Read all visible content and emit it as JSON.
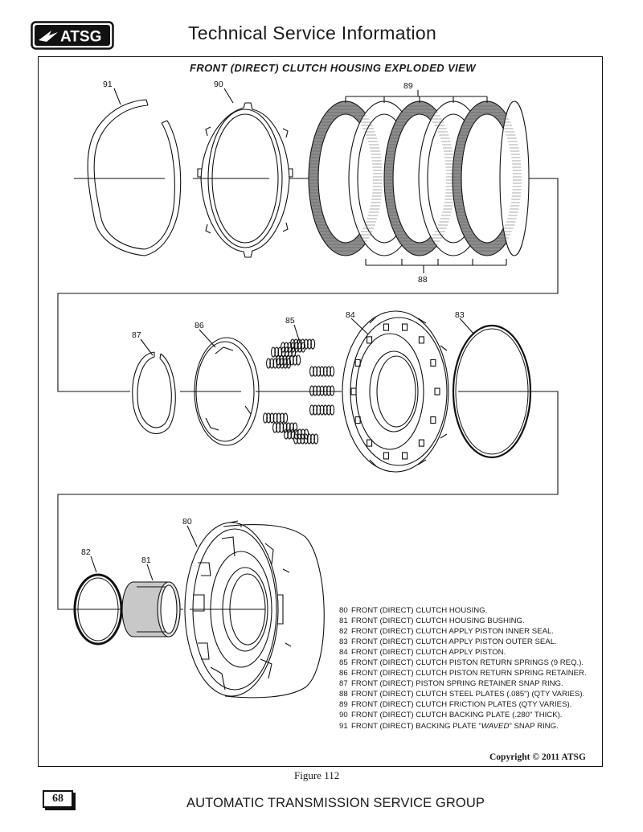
{
  "header": {
    "logo_text": "ATSG",
    "title": "Technical Service Information"
  },
  "diagram": {
    "title": "FRONT (DIRECT) CLUTCH HOUSING EXPLODED VIEW",
    "callouts": [
      "80",
      "81",
      "82",
      "83",
      "84",
      "85",
      "86",
      "87",
      "88",
      "89",
      "90",
      "91"
    ]
  },
  "legend": [
    {
      "num": "80",
      "text": "FRONT (DIRECT) CLUTCH HOUSING."
    },
    {
      "num": "81",
      "text": "FRONT (DIRECT) CLUTCH HOUSING BUSHING."
    },
    {
      "num": "82",
      "text": "FRONT (DIRECT) CLUTCH APPLY PISTON INNER SEAL."
    },
    {
      "num": "83",
      "text": "FRONT (DIRECT) CLUTCH APPLY PISTON OUTER SEAL."
    },
    {
      "num": "84",
      "text": "FRONT (DIRECT) CLUTCH APPLY PISTON."
    },
    {
      "num": "85",
      "text": "FRONT (DIRECT) CLUTCH PISTON RETURN SPRINGS  (9 REQ.)."
    },
    {
      "num": "86",
      "text": "FRONT (DIRECT) CLUTCH PISTON RETURN SPRING RETAINER."
    },
    {
      "num": "87",
      "text": "FRONT (DIRECT) PISTON SPRING RETAINER SNAP RING."
    },
    {
      "num": "88",
      "text": "FRONT (DIRECT) CLUTCH STEEL PLATES  (.085\") (QTY VARIES)."
    },
    {
      "num": "89",
      "text": "FRONT (DIRECT) CLUTCH FRICTION PLATES  (QTY VARIES)."
    },
    {
      "num": "90",
      "text": "FRONT (DIRECT) CLUTCH BACKING PLATE  (.280\" THICK)."
    },
    {
      "num": "91",
      "text_pre": "FRONT (DIRECT) BACKING PLATE \"",
      "text_em": "WAVED",
      "text_post": "\" SNAP RING."
    }
  ],
  "copyright": "Copyright © 2011 ATSG",
  "figure_caption": "Figure 112",
  "page_number": "68",
  "footer": "AUTOMATIC TRANSMISSION SERVICE GROUP",
  "colors": {
    "ink": "#111111",
    "friction_fill": "#8c8c8c",
    "bushing_fill": "#c8c8c8"
  }
}
